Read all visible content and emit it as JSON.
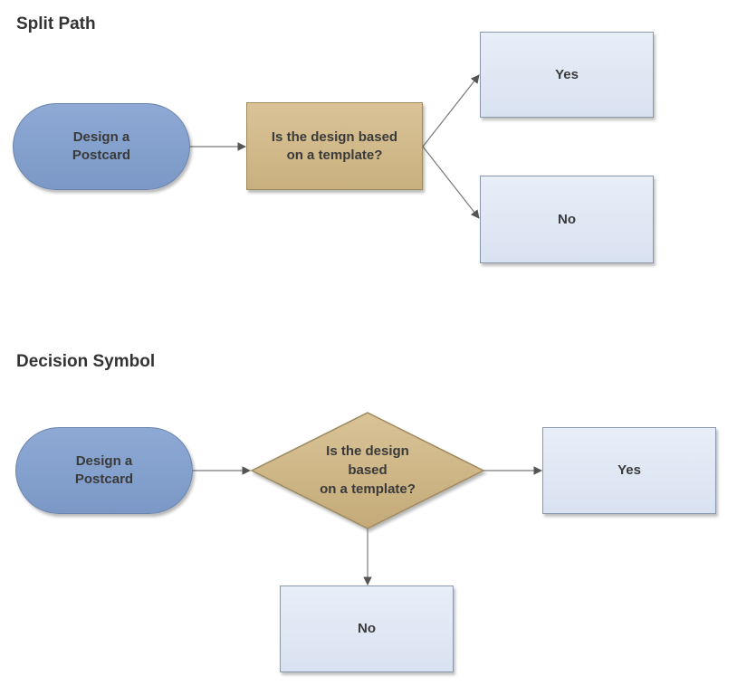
{
  "split_path": {
    "title": "Split Path",
    "start": "Design a\nPostcard",
    "question": "Is the design based\non a template?",
    "yes": "Yes",
    "no": "No"
  },
  "decision_symbol": {
    "title": "Decision Symbol",
    "start": "Design a\nPostcard",
    "question": "Is the design\nbased\non a template?",
    "yes": "Yes",
    "no": "No"
  },
  "colors": {
    "terminator": "#7b98c6",
    "decision": "#c9b07f",
    "outcome": "#dfe6f3",
    "connector": "#7a7a7a"
  }
}
